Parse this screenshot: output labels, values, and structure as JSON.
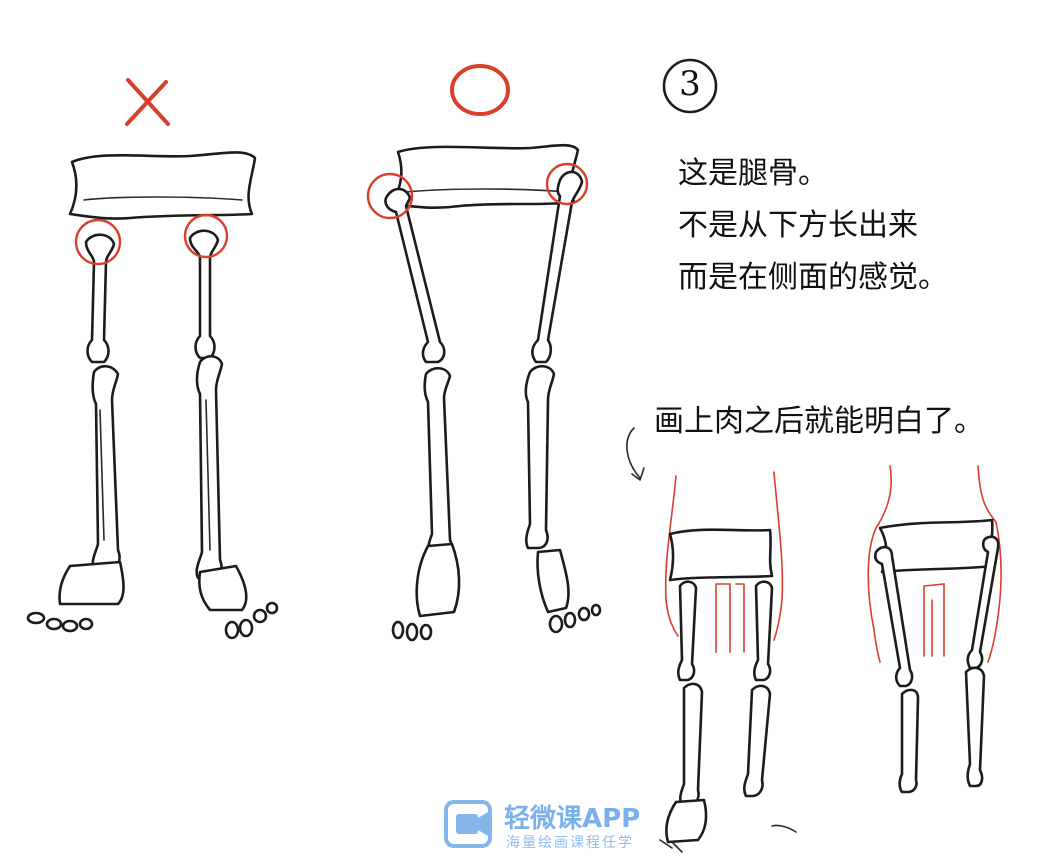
{
  "marks": {
    "wrong_symbol": "×",
    "correct_symbol": "○",
    "step_number": "3"
  },
  "notes": {
    "line1": "这是腿骨。",
    "line2": "不是从下方长出来",
    "line3": "而是在侧面的感觉。",
    "flesh_note": "画上肉之后就能明白了。"
  },
  "watermark": {
    "title": "轻微课APP",
    "subtitle": "海量绘画课程任学"
  },
  "colors": {
    "ink": "#1c1c1c",
    "highlight_red": "#d8402b",
    "watermark_blue": "#5b9ee6"
  }
}
